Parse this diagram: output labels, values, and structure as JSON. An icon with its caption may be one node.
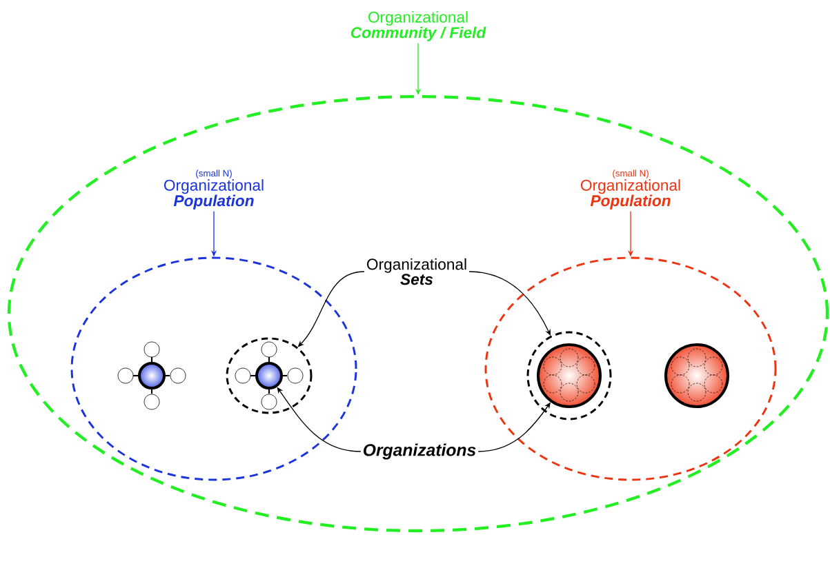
{
  "diagram": {
    "nodes": [
      {
        "text": [
          "Organizational",
          "Community / Field"
        ]
      },
      {
        "text": [],
        "shape": "ellipse"
      },
      {
        "text": [
          "(small N)",
          "Organizational",
          "Population"
        ],
        "in": 1
      },
      {
        "text": [],
        "shape": "ellipse",
        "in": 1
      },
      {
        "text": [
          "(small N)",
          "Organizational",
          "Population"
        ],
        "in": 1
      },
      {
        "text": [],
        "shape": "ellipse",
        "in": 1
      },
      {
        "text": [
          "Organizational",
          "Sets"
        ],
        "in": 1
      },
      {
        "text": [
          "Organizations"
        ],
        "in": 1
      },
      {
        "text": [],
        "shape": "circle",
        "in": 3
      },
      {
        "text": [],
        "shape": "circle",
        "in": 3
      },
      {
        "text": [],
        "shape": "circle",
        "in": 9
      },
      {
        "text": [],
        "shape": "circle",
        "in": 5
      },
      {
        "text": [],
        "shape": "circle",
        "in": 11
      },
      {
        "text": [],
        "shape": "circle",
        "in": 5
      }
    ],
    "edges": [
      {
        "from": 0,
        "to": 1,
        "arrow": "to",
        "color": "#22ee22"
      },
      {
        "from": 2,
        "to": 3,
        "arrow": "to",
        "color": "#1a33dd"
      },
      {
        "from": 4,
        "to": 5,
        "arrow": "to",
        "color": "#ee3311"
      },
      {
        "from": 6,
        "to": 9,
        "arrow": "to"
      },
      {
        "from": 6,
        "to": 11,
        "arrow": "to"
      },
      {
        "from": 7,
        "to": 10,
        "arrow": "to"
      },
      {
        "from": 7,
        "to": 12,
        "arrow": "to"
      }
    ]
  }
}
